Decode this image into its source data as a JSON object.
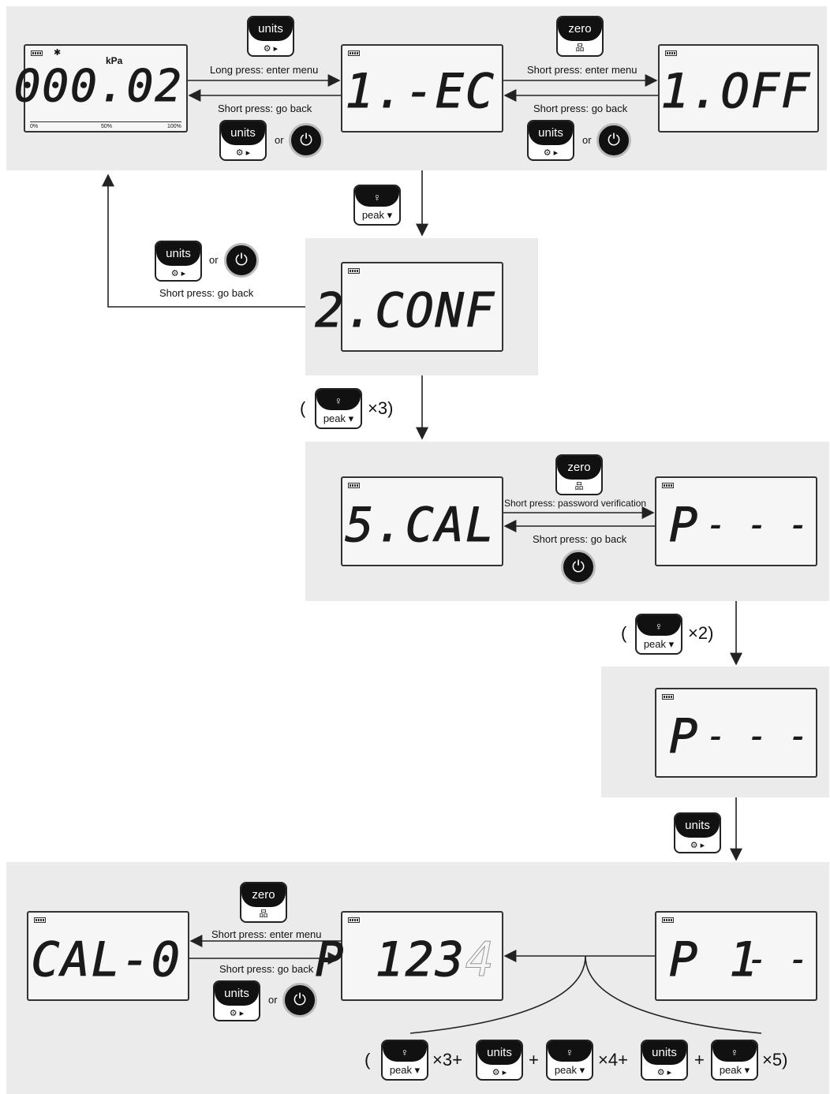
{
  "screens": {
    "main": {
      "unit": "kPa",
      "value": "000.02",
      "scale_0": "0%",
      "scale_50": "50%",
      "scale_100": "100%"
    },
    "tec": "1.-EC",
    "off": "1.OFF",
    "conf": "2.CONF",
    "cal": "5.CAL",
    "p_blank": "P",
    "p_blank_tail": "- - -",
    "p_digit": "P",
    "p_digit_tail": "- - -",
    "p1": "P 1",
    "p1_tail": "- -",
    "p1234": "P 123",
    "p1234_dim": "4",
    "cal0": "CAL-0"
  },
  "labels": {
    "long_enter": "Long press: enter menu",
    "short_back_1": "Short press: go back",
    "short_enter_1": "Short press: enter menu",
    "short_back_2": "Short press: go back",
    "short_back_3": "Short press: go back",
    "password_verification": "Short press: password verification",
    "short_back_4": "Short press: go back",
    "short_enter_2": "Short press: enter menu",
    "short_back_5": "Short press: go back",
    "or": "or"
  },
  "buttons": {
    "units": "units",
    "zero": "zero",
    "peak": "peak ▾",
    "gear_play": "⚙ ▸",
    "tree": "品",
    "bulb": "♀",
    "power": "⏻"
  },
  "multipliers": {
    "x3": "×3",
    "x2": "×2",
    "seq_x3": "×3+",
    "plus": "+",
    "seq_x4": "×4+",
    "seq_x5": "×5",
    "open": "(",
    "close": ")"
  },
  "colors": {
    "panel": "#ebebeb",
    "lcd": "#f6f6f6",
    "ink": "#111111"
  }
}
